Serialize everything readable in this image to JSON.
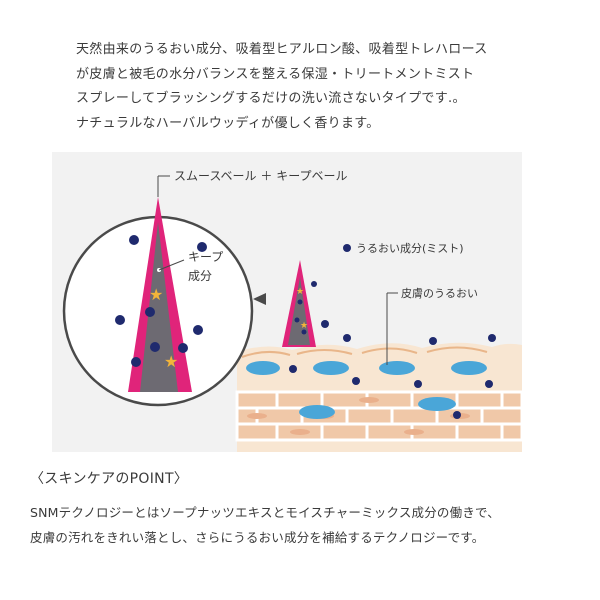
{
  "intro": {
    "lines": [
      "天然由来のうるおい成分、吸着型ヒアルロン酸、吸着型トレハロース",
      "が皮膚と被毛の水分バランスを整える保湿・トリートメントミスト",
      "スプレーしてブラッシングするだけの洗い流さないタイプです.。",
      "ナチュラルなハーバルウッディが優しく香ります。"
    ]
  },
  "figure": {
    "veil_label": "スムースベール ＋ キープベール",
    "keep_label_line1": "キープ",
    "keep_label_line2": "成分",
    "moisture_legend": "うるおい成分(ミスト)",
    "skin_moisture_label": "皮膚のうるおい",
    "colors": {
      "pink": "#e0247a",
      "hair_inner": "#6d6a72",
      "navy_dot": "#1f2a6e",
      "star": "#f3b43a",
      "skin_blue": "#4aa6d8",
      "skin_peach": "#f8e6d2",
      "skin_brick": "#f0c8a8",
      "background": "#f2f2f2"
    },
    "icons": [
      "moisture-dot-icon",
      "keep-star-icon",
      "zoom-arrow-icon"
    ]
  },
  "skin": {
    "heading": "〈スキンケアのPOINT〉",
    "lines": [
      "SNMテクノロジーとはソープナッツエキスとモイスチャーミックス成分の働きで、",
      "皮膚の汚れをきれい落とし、さらにうるおい成分を補給するテクノロジーです。"
    ]
  }
}
